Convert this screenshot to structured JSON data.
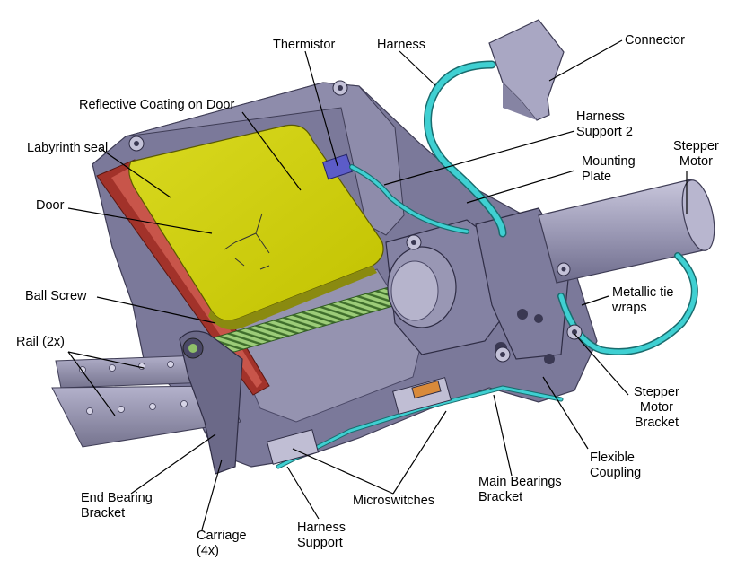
{
  "labels": {
    "thermistor": "Thermistor",
    "harness": "Harness",
    "connector": "Connector",
    "reflective_coating": "Reflective Coating on Door",
    "harness_support_2": [
      "Harness",
      "Support 2"
    ],
    "labyrinth_seal": "Labyrinth seal",
    "stepper_motor": [
      "Stepper",
      "Motor"
    ],
    "mounting_plate": [
      "Mounting",
      "Plate"
    ],
    "door": "Door",
    "ball_screw": "Ball Screw",
    "metallic_tie_wraps": [
      "Metallic tie",
      "wraps"
    ],
    "rail": "Rail (2x)",
    "stepper_motor_bracket": [
      "Stepper",
      "Motor",
      "Bracket"
    ],
    "flexible_coupling": [
      "Flexible",
      "Coupling"
    ],
    "main_bearings_bracket": [
      "Main Bearings",
      "Bracket"
    ],
    "microswitches": "Microswitches",
    "end_bearing_bracket": [
      "End Bearing",
      "Bracket"
    ],
    "harness_support": [
      "Harness",
      "Support"
    ],
    "carriage": [
      "Carriage",
      "(4x)"
    ]
  },
  "colors": {
    "housing": "#7c7a9c",
    "housing_dark": "#54526f",
    "housing_light": "#a8a6c4",
    "door": "#cccc00",
    "seal_red": "#a0302a",
    "screw_green": "#8fbf6a",
    "harness_cyan": "#3fcfd0",
    "motor": "#9d9bb5"
  }
}
